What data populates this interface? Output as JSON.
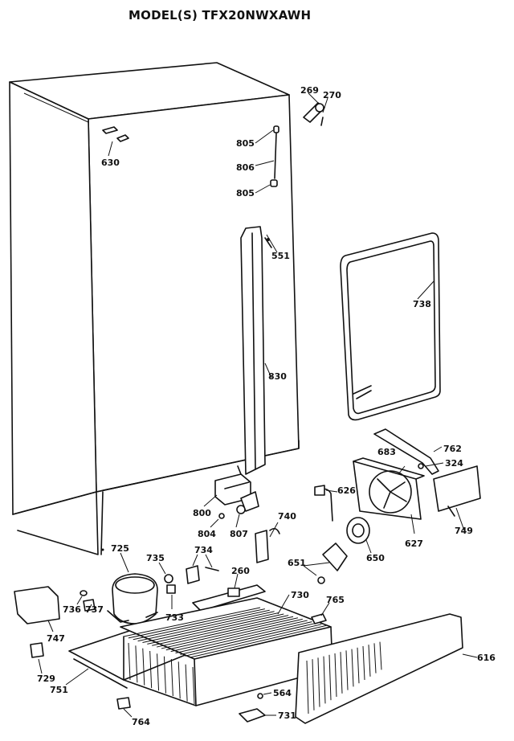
{
  "title": "MODEL(S) TFX20NWXAWH",
  "labels": {
    "p269": "269",
    "p270": "270",
    "p805a": "805",
    "p806": "806",
    "p805b": "805",
    "p630": "630",
    "p551": "551",
    "p738": "738",
    "p830": "830",
    "p762": "762",
    "p683": "683",
    "p324": "324",
    "p626": "626",
    "p800": "800",
    "p740": "740",
    "p749": "749",
    "p804": "804",
    "p807": "807",
    "p627": "627",
    "p725": "725",
    "p735": "735",
    "p734": "734",
    "p651": "651",
    "p650": "650",
    "p260": "260",
    "p730": "730",
    "p765": "765",
    "p736": "736",
    "p737": "737",
    "p733": "733",
    "p747": "747",
    "p616": "616",
    "p729": "729",
    "p751": "751",
    "p564": "564",
    "p731": "731",
    "p764": "764"
  }
}
